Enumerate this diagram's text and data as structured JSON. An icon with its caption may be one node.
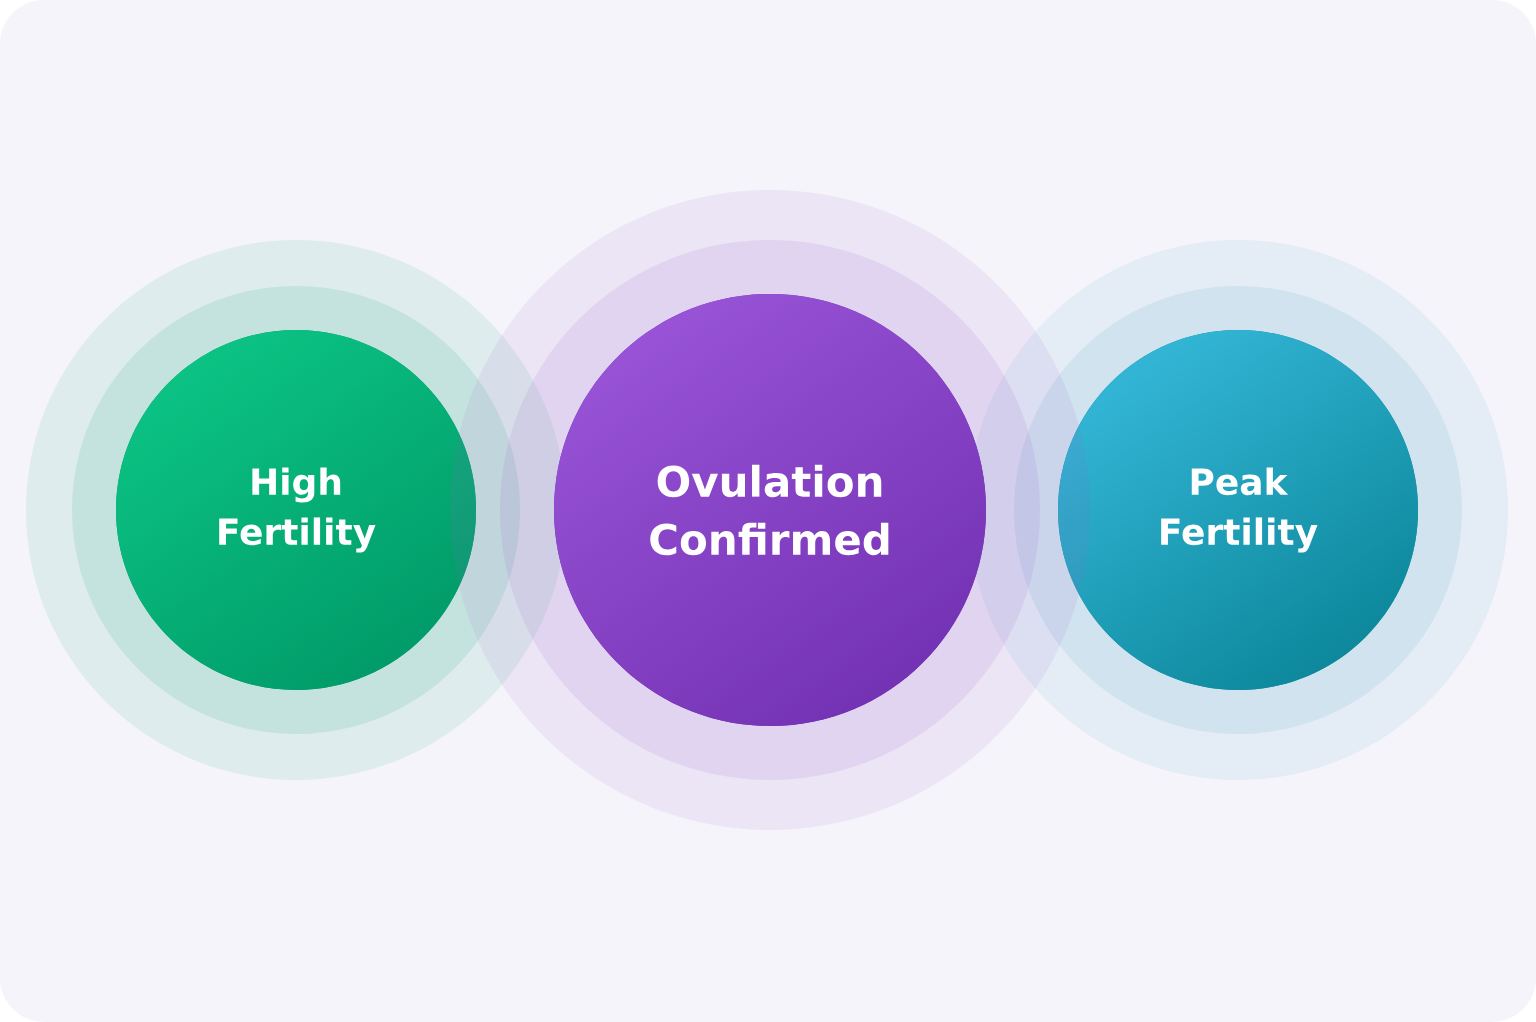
{
  "diagram": {
    "nodes": [
      {
        "text": [
          "High Fertility"
        ]
      },
      {
        "text": [
          "Ovulation Confirmed"
        ]
      },
      {
        "text": [
          "Peak Fertility"
        ]
      }
    ]
  }
}
